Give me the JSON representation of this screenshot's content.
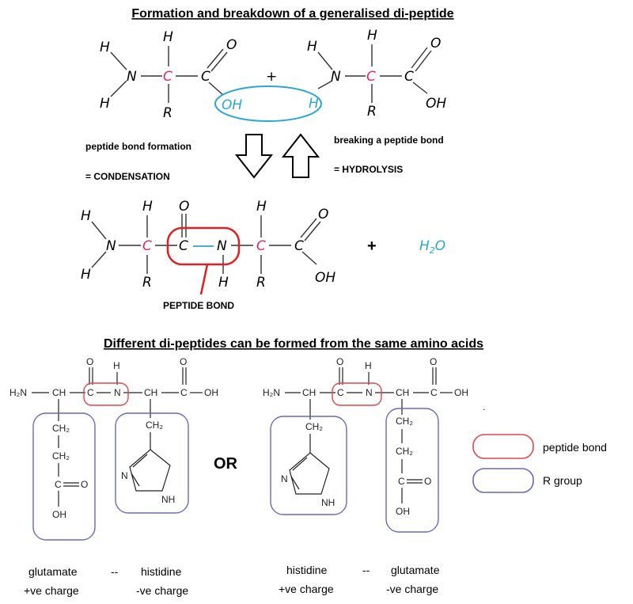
{
  "top_title": "Formation  and breakdown of a generalised di-peptide",
  "mid_title": "Different di-peptides can be formed from the same amino acids",
  "reaction": {
    "plus": "+",
    "formation_label": "peptide bond formation",
    "condensation_label": "= CONDENSATION",
    "breaking_label": "breaking a peptide bond",
    "hydrolysis_label": "= HYDROLYSIS",
    "peptide_bond_label": "PEPTIDE BOND",
    "water": "H",
    "water_sub": "2",
    "water_o": "O"
  },
  "atoms": {
    "H": "H",
    "N": "N",
    "C": "C",
    "O": "O",
    "R": "R",
    "OH": "OH"
  },
  "dipeptides": {
    "h2n": "H₂N",
    "ch": "CH",
    "c": "C",
    "n": "N",
    "h": "H",
    "o": "O",
    "oh": "OH",
    "ch2": "CH₂",
    "nh": "NH",
    "or": "OR"
  },
  "legend": {
    "peptide_bond": "peptide bond",
    "r_group": "R group",
    "peptide_color": "#e0474c",
    "r_color": "#6666cc"
  },
  "captions": {
    "left_first": "glutamate",
    "left_first_charge": "+ve charge",
    "left_dash": "--",
    "left_second": "histidine",
    "left_second_charge": "-ve charge",
    "right_first": "histidine",
    "right_first_charge": "+ve charge",
    "right_dash": "--",
    "right_second": "glutamate",
    "right_second_charge": "-ve charge"
  },
  "dot": "."
}
